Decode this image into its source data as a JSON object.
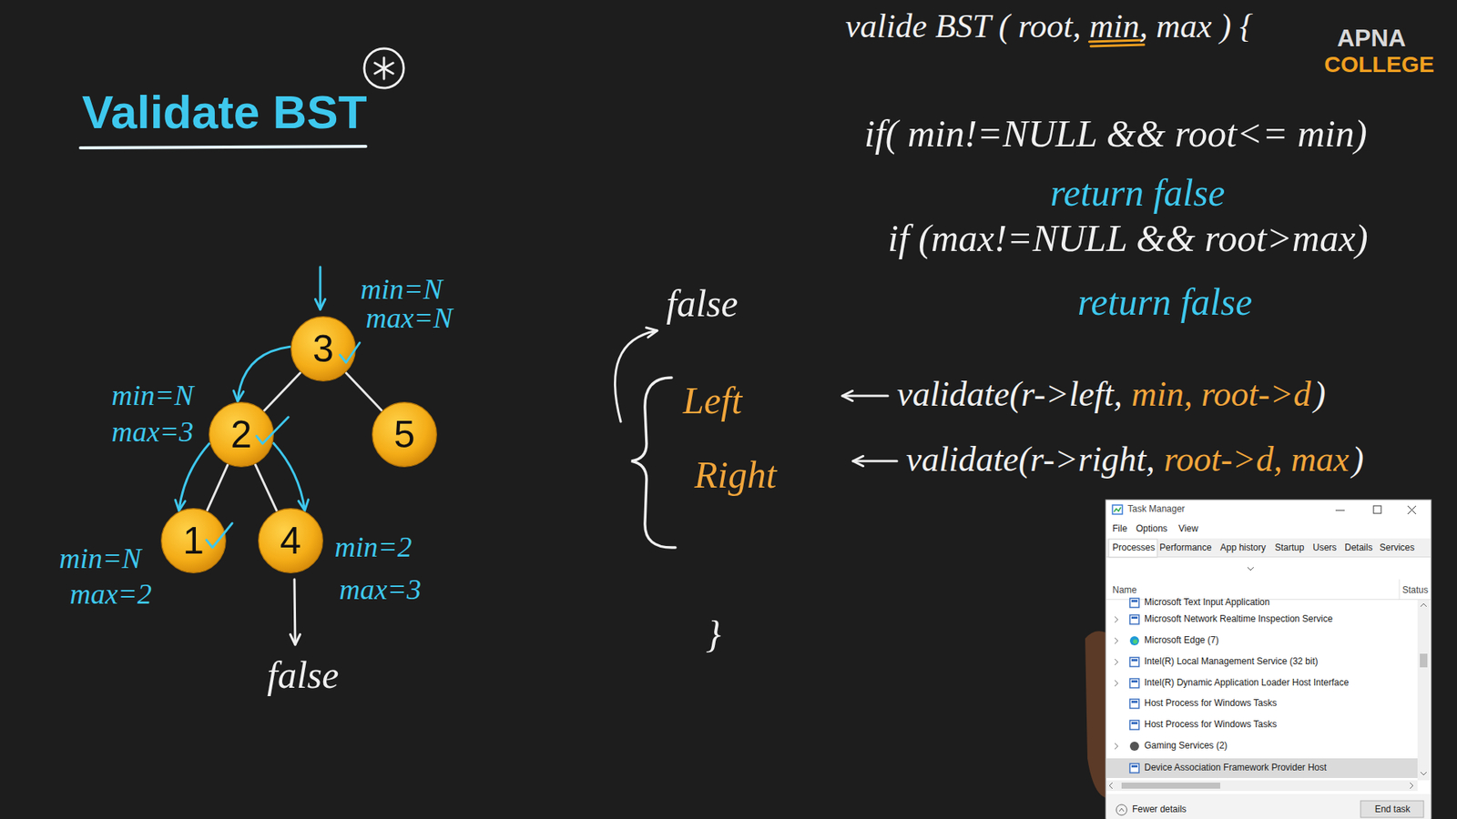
{
  "diagram": {
    "title": "Validate BST",
    "nodes": [
      {
        "text": [
          "3"
        ]
      },
      {
        "text": [
          "2"
        ]
      },
      {
        "text": [
          "5"
        ]
      },
      {
        "text": [
          "1"
        ]
      },
      {
        "text": [
          "4"
        ]
      }
    ],
    "edges": [
      {
        "from": 0,
        "to": 1,
        "arrow": "none"
      },
      {
        "from": 0,
        "to": 2,
        "arrow": "none"
      },
      {
        "from": 1,
        "to": 3,
        "arrow": "none"
      },
      {
        "from": 1,
        "to": 4,
        "arrow": "none"
      },
      {
        "from": 0,
        "to": 1,
        "arrow": "to"
      },
      {
        "from": 1,
        "to": 3,
        "arrow": "to"
      },
      {
        "from": 1,
        "to": 4,
        "arrow": "to"
      }
    ],
    "labels": [
      "min=N",
      "max=N",
      "min=N",
      "max=3",
      "min=N",
      "max=2",
      "min=2",
      "max=3",
      "false",
      "false",
      "Left",
      "Right",
      "valide BST ( root, min, max ) {",
      "if( min!=NULL && root<= min)",
      "return false",
      "if (max!=NULL && root>max)",
      "return false",
      "validate(r->left,",
      "min, root->d",
      ")",
      "validate(r->right,",
      "root->d, max",
      ")",
      "}",
      "APNA",
      "COLLEGE",
      "Task Manager",
      "File",
      "Options",
      "View",
      "Processes",
      "Performance",
      "App history",
      "Startup",
      "Users",
      "Details",
      "Services",
      "Name",
      "Status",
      "Microsoft Text Input Application",
      "Microsoft Network Realtime Inspection Service",
      "Microsoft Edge (7)",
      "Intel(R) Local Management Service (32 bit)",
      "Intel(R) Dynamic Application Loader Host Interface",
      "Host Process for Windows Tasks",
      "Host Process for Windows Tasks",
      "Gaming Services (2)",
      "Device Association Framework Provider Host",
      "Fewer details",
      "End task"
    ]
  }
}
